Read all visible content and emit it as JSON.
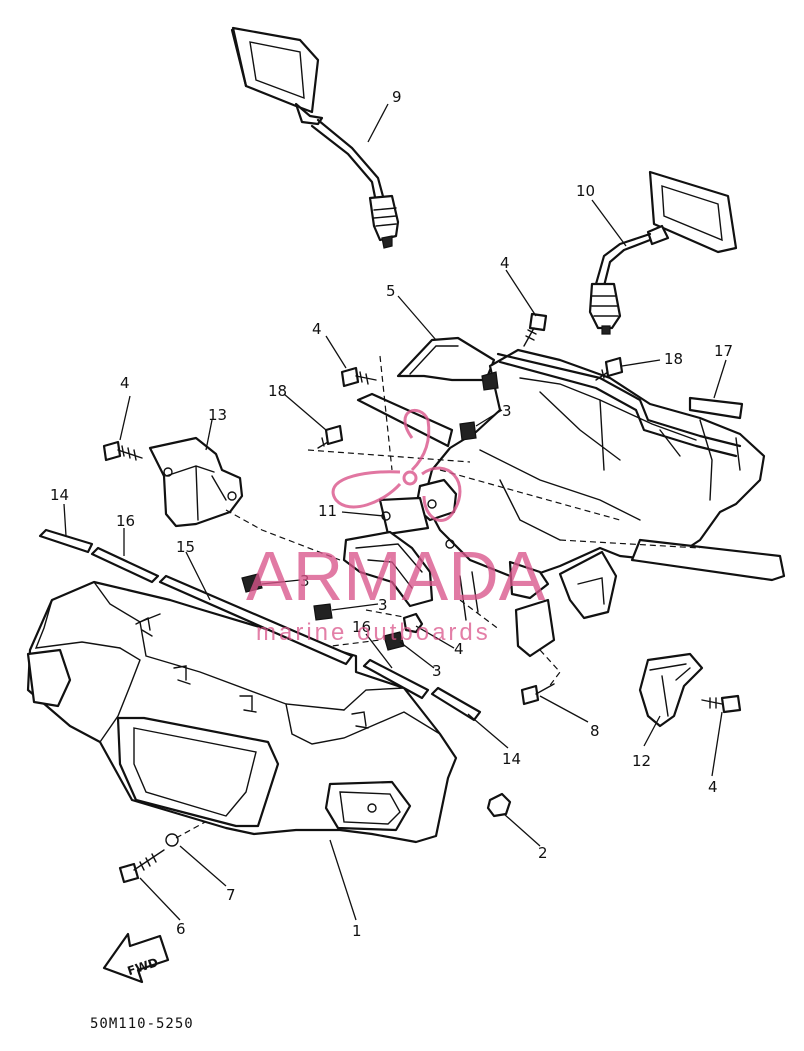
{
  "diagram": {
    "drawing_code": "50M110-5250",
    "direction_label": "FWD",
    "callouts": [
      "1",
      "2",
      "3",
      "4",
      "5",
      "6",
      "7",
      "8",
      "9",
      "10",
      "11",
      "12",
      "13",
      "14",
      "15",
      "16",
      "17",
      "18"
    ]
  },
  "watermark": {
    "brand": "ARMADA",
    "tagline": "marine outboards",
    "color": "#d9548a"
  }
}
